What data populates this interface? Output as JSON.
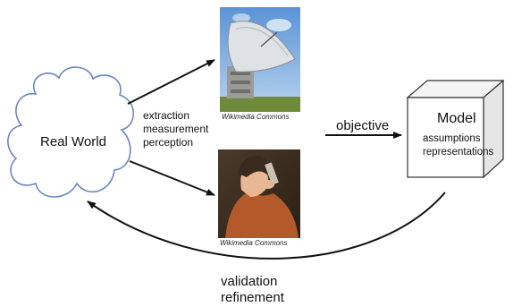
{
  "nodes": {
    "real_world": "Real World",
    "model": {
      "title": "Model",
      "details": [
        "assumptions",
        "representations"
      ]
    }
  },
  "image_credits": [
    "Wikimedia Commons",
    "Wikimedia Commons"
  ],
  "edges": {
    "acquisition": [
      "extraction",
      "measurement",
      "perception"
    ],
    "objective": "objective",
    "feedback": [
      "validation",
      "refinement"
    ]
  }
}
